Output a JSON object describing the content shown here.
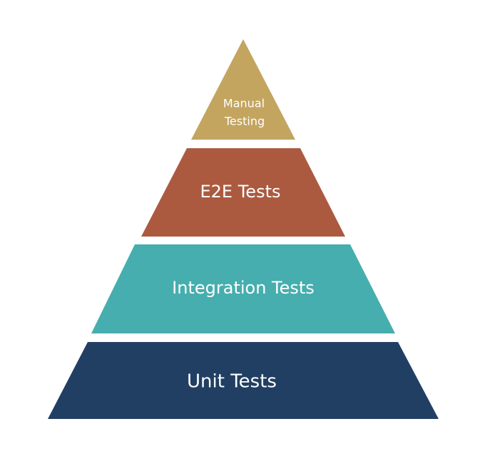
{
  "diagram": {
    "layers": [
      {
        "id": "manual-testing",
        "label_lines": [
          "Manual",
          "Testing"
        ],
        "color": "#c3a560"
      },
      {
        "id": "e2e-tests",
        "label_lines": [
          "E2E Tests"
        ],
        "color": "#ab5a40"
      },
      {
        "id": "integration-tests",
        "label_lines": [
          "Integration Tests"
        ],
        "color": "#46aeae"
      },
      {
        "id": "unit-tests",
        "label_lines": [
          "Unit Tests"
        ],
        "color": "#213f63"
      }
    ]
  }
}
